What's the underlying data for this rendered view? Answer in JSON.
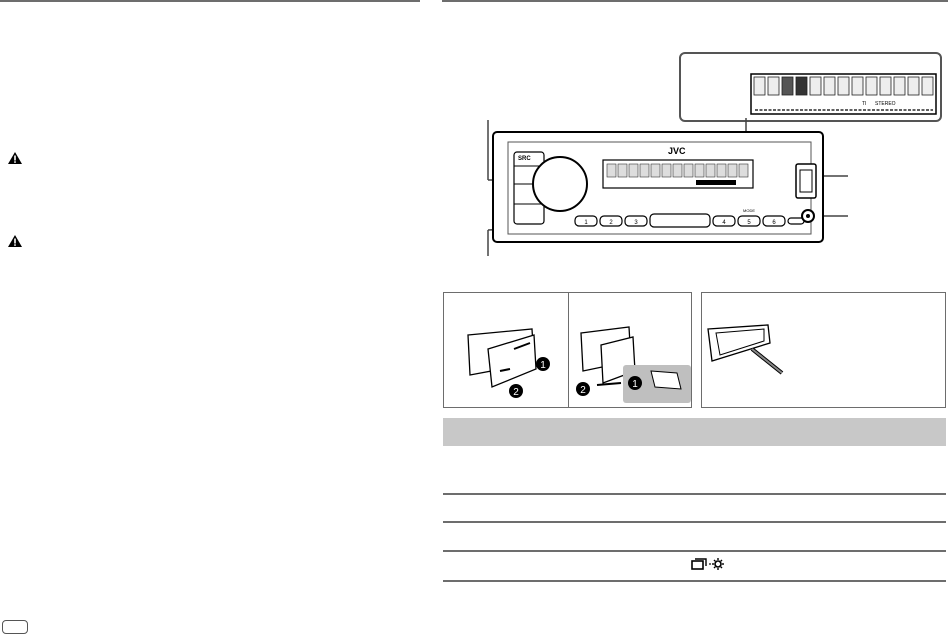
{
  "page": {
    "type": "instruction-manual-page",
    "left_column": {
      "warnings": [
        {
          "icon": "warning-triangle-icon"
        },
        {
          "icon": "warning-triangle-icon"
        }
      ],
      "page_number_badge": ""
    },
    "right_column": {
      "lcd_callout": {
        "indicators": [
          "TI",
          "STEREO"
        ]
      },
      "unit_illustration": {
        "brand": "JVC",
        "buttons": {
          "src": "SRC",
          "presets": [
            "1",
            "2",
            "3",
            "4",
            "5",
            "6"
          ],
          "labels_above_presets": [
            "",
            "",
            "",
            "",
            "MODE",
            ""
          ]
        }
      },
      "panel_illustrations": [
        {
          "name": "attach-faceplate",
          "steps": [
            "1",
            "2"
          ]
        },
        {
          "name": "detach-faceplate",
          "steps": [
            "1",
            "2"
          ]
        },
        {
          "name": "reset-unit"
        }
      ],
      "table": {
        "header": "",
        "rows": [
          {
            "text": ""
          },
          {
            "text": ""
          },
          {
            "text": ""
          },
          {
            "text": "",
            "icon": "display-settings-icon"
          }
        ]
      }
    },
    "colors": {
      "rule": "#6d6d6d",
      "table_header_bg": "#c8c8c8",
      "step_callout_bg": "#bfbfbf"
    }
  }
}
